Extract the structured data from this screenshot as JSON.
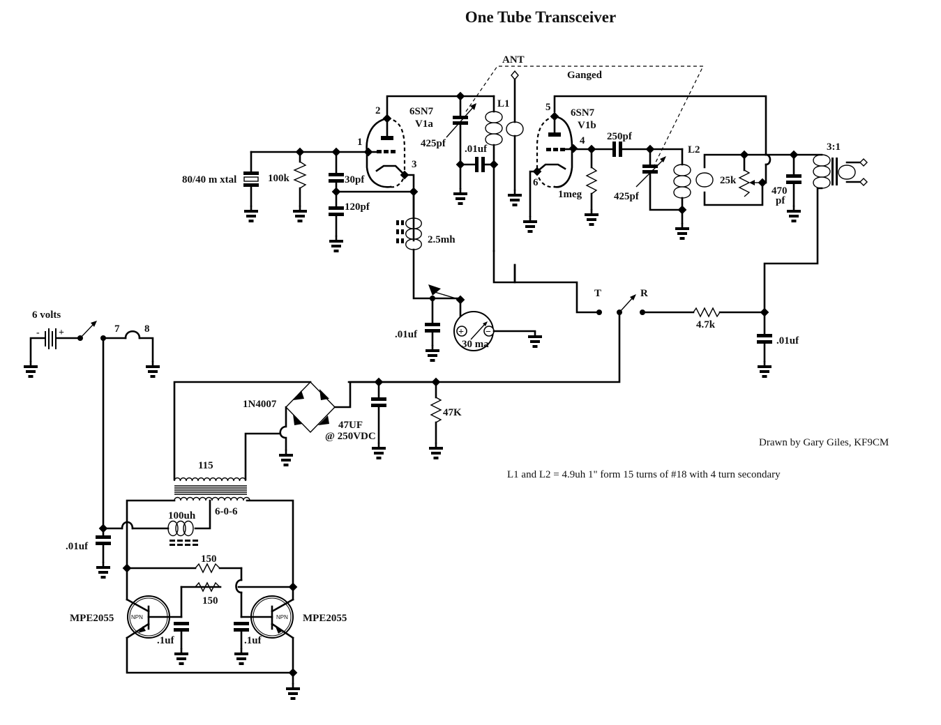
{
  "title": "One Tube Transceiver",
  "credits": "Drawn by Gary Giles, KF9CM",
  "coil_note": "L1 and L2 = 4.9uh 1\" form 15 turns of #18 with 4 turn secondary",
  "labels": {
    "crystal": "80/40 m xtal",
    "grid_resistor": "100k",
    "cap_30": "30pf",
    "cap_120": "120pf",
    "tube_a_type": "6SN7",
    "tube_a_name": "V1a",
    "tube_b_type": "6SN7",
    "tube_b_name": "V1b",
    "pin1": "1",
    "pin2": "2",
    "pin3": "3",
    "pin4": "4",
    "pin5": "5",
    "pin6": "6",
    "tune_cap_a": "425pf",
    "tune_cap_b": "425pf",
    "coupling_cap_a": ".01uf",
    "coil_l1": "L1",
    "coil_l2": "L2",
    "antenna": "ANT",
    "ganged": "Ganged",
    "coupling_cap_b": "250pf",
    "grid_resistor_b": "1meg",
    "volume_pot": "25k",
    "cap_470_line1": "470",
    "cap_470_line2": "pf",
    "output_transformer": "3:1",
    "rf_choke": "2.5mh",
    "bypass_cap_meter": ".01uf",
    "meter": "30 ma",
    "meter_plus": "+",
    "meter_minus": "−",
    "switch_t": "T",
    "switch_r": "R",
    "dropping_resistor": "4.7k",
    "bypass_cap_rx": ".01uf",
    "battery": "6 volts",
    "battery_minus": "-",
    "battery_plus": "+",
    "filament_pin7": "7",
    "filament_pin8": "8",
    "bridge_diodes": "1N4007",
    "filter_cap_line1": "47UF",
    "filter_cap_line2": "@ 250VDC",
    "bleeder_resistor": "47K",
    "transformer_primary": "115",
    "transformer_secondary": "6-0-6",
    "choke": "100uh",
    "supply_bypass_cap": ".01uf",
    "base_resistor_top": "150",
    "base_resistor_bottom": "150",
    "transistor_left": "MPE2055",
    "transistor_right": "MPE2055",
    "transistor_type_left": "NPN",
    "transistor_type_right": "NPN",
    "base_cap_left": ".1uf",
    "base_cap_right": ".1uf"
  }
}
